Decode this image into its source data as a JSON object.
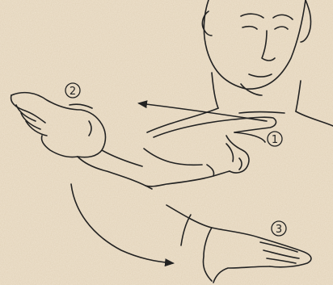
{
  "illustration": {
    "background_color": "#efe3cf",
    "ink_color": "#222222",
    "steps": [
      {
        "label": "1"
      },
      {
        "label": "2"
      },
      {
        "label": "3"
      }
    ]
  }
}
